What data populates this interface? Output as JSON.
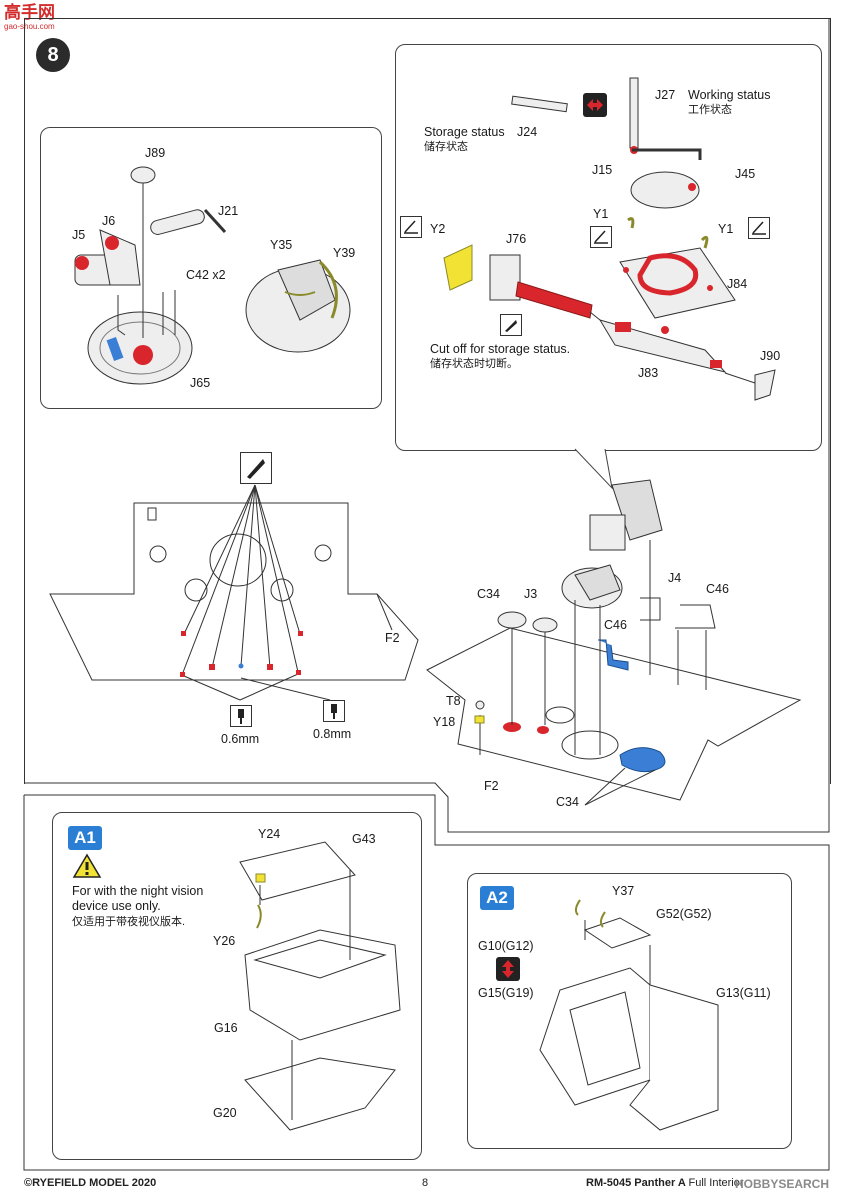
{
  "watermark": {
    "line1": "高手网",
    "line2": "gao-shou.com"
  },
  "step": {
    "number": "8"
  },
  "top_left_panel": {
    "labels": {
      "j89": "J89",
      "j21": "J21",
      "j6": "J6",
      "j5": "J5",
      "c42": "C42 x2",
      "j65": "J65",
      "y35": "Y35",
      "y39": "Y39"
    }
  },
  "top_right_panel": {
    "storage_status_en": "Storage status",
    "storage_status_cn": "储存状态",
    "working_status_en": "Working status",
    "working_status_cn": "工作状态",
    "cut_off_en": "Cut off for storage status.",
    "cut_off_cn": "储存状态时切断。",
    "labels": {
      "j24": "J24",
      "j27": "J27",
      "j15": "J15",
      "j45": "J45",
      "y1a": "Y1",
      "y1b": "Y1",
      "y2": "Y2",
      "j76": "J76",
      "j84": "J84",
      "j83": "J83",
      "j90": "J90"
    }
  },
  "hull_diagram": {
    "labels": {
      "f2_left": "F2",
      "drill_06": "0.6mm",
      "drill_08": "0.8mm",
      "c34_top": "C34",
      "j3": "J3",
      "j4": "J4",
      "c46_right": "C46",
      "c46_blue": "C46",
      "t8": "T8",
      "y18": "Y18",
      "f2_bottom": "F2",
      "c34_bottom": "C34"
    }
  },
  "a1": {
    "tag": "A1",
    "note_en_1": "For with the night vision",
    "note_en_2": "device use only.",
    "note_cn": "仅适用于带夜视仪版本.",
    "labels": {
      "y24": "Y24",
      "g43": "G43",
      "y26": "Y26",
      "g16": "G16",
      "g20": "G20"
    }
  },
  "a2": {
    "tag": "A2",
    "labels": {
      "y37": "Y37",
      "g52": "G52(G52)",
      "g10": "G10(G12)",
      "g15": "G15(G19)",
      "g13": "G13(G11)"
    }
  },
  "footer": {
    "copyright": "©RYEFIELD MODEL 2020",
    "page": "8",
    "product": "RM-5045  Panther A",
    "product_tail": "Full Interior",
    "site": "HOBBYSEARCH"
  },
  "colors": {
    "highlight_red": "#d9262c",
    "highlight_blue": "#3a7fd5",
    "highlight_yellow": "#f2e233",
    "tag_blue": "#2a7fd4",
    "line": "#333333"
  }
}
